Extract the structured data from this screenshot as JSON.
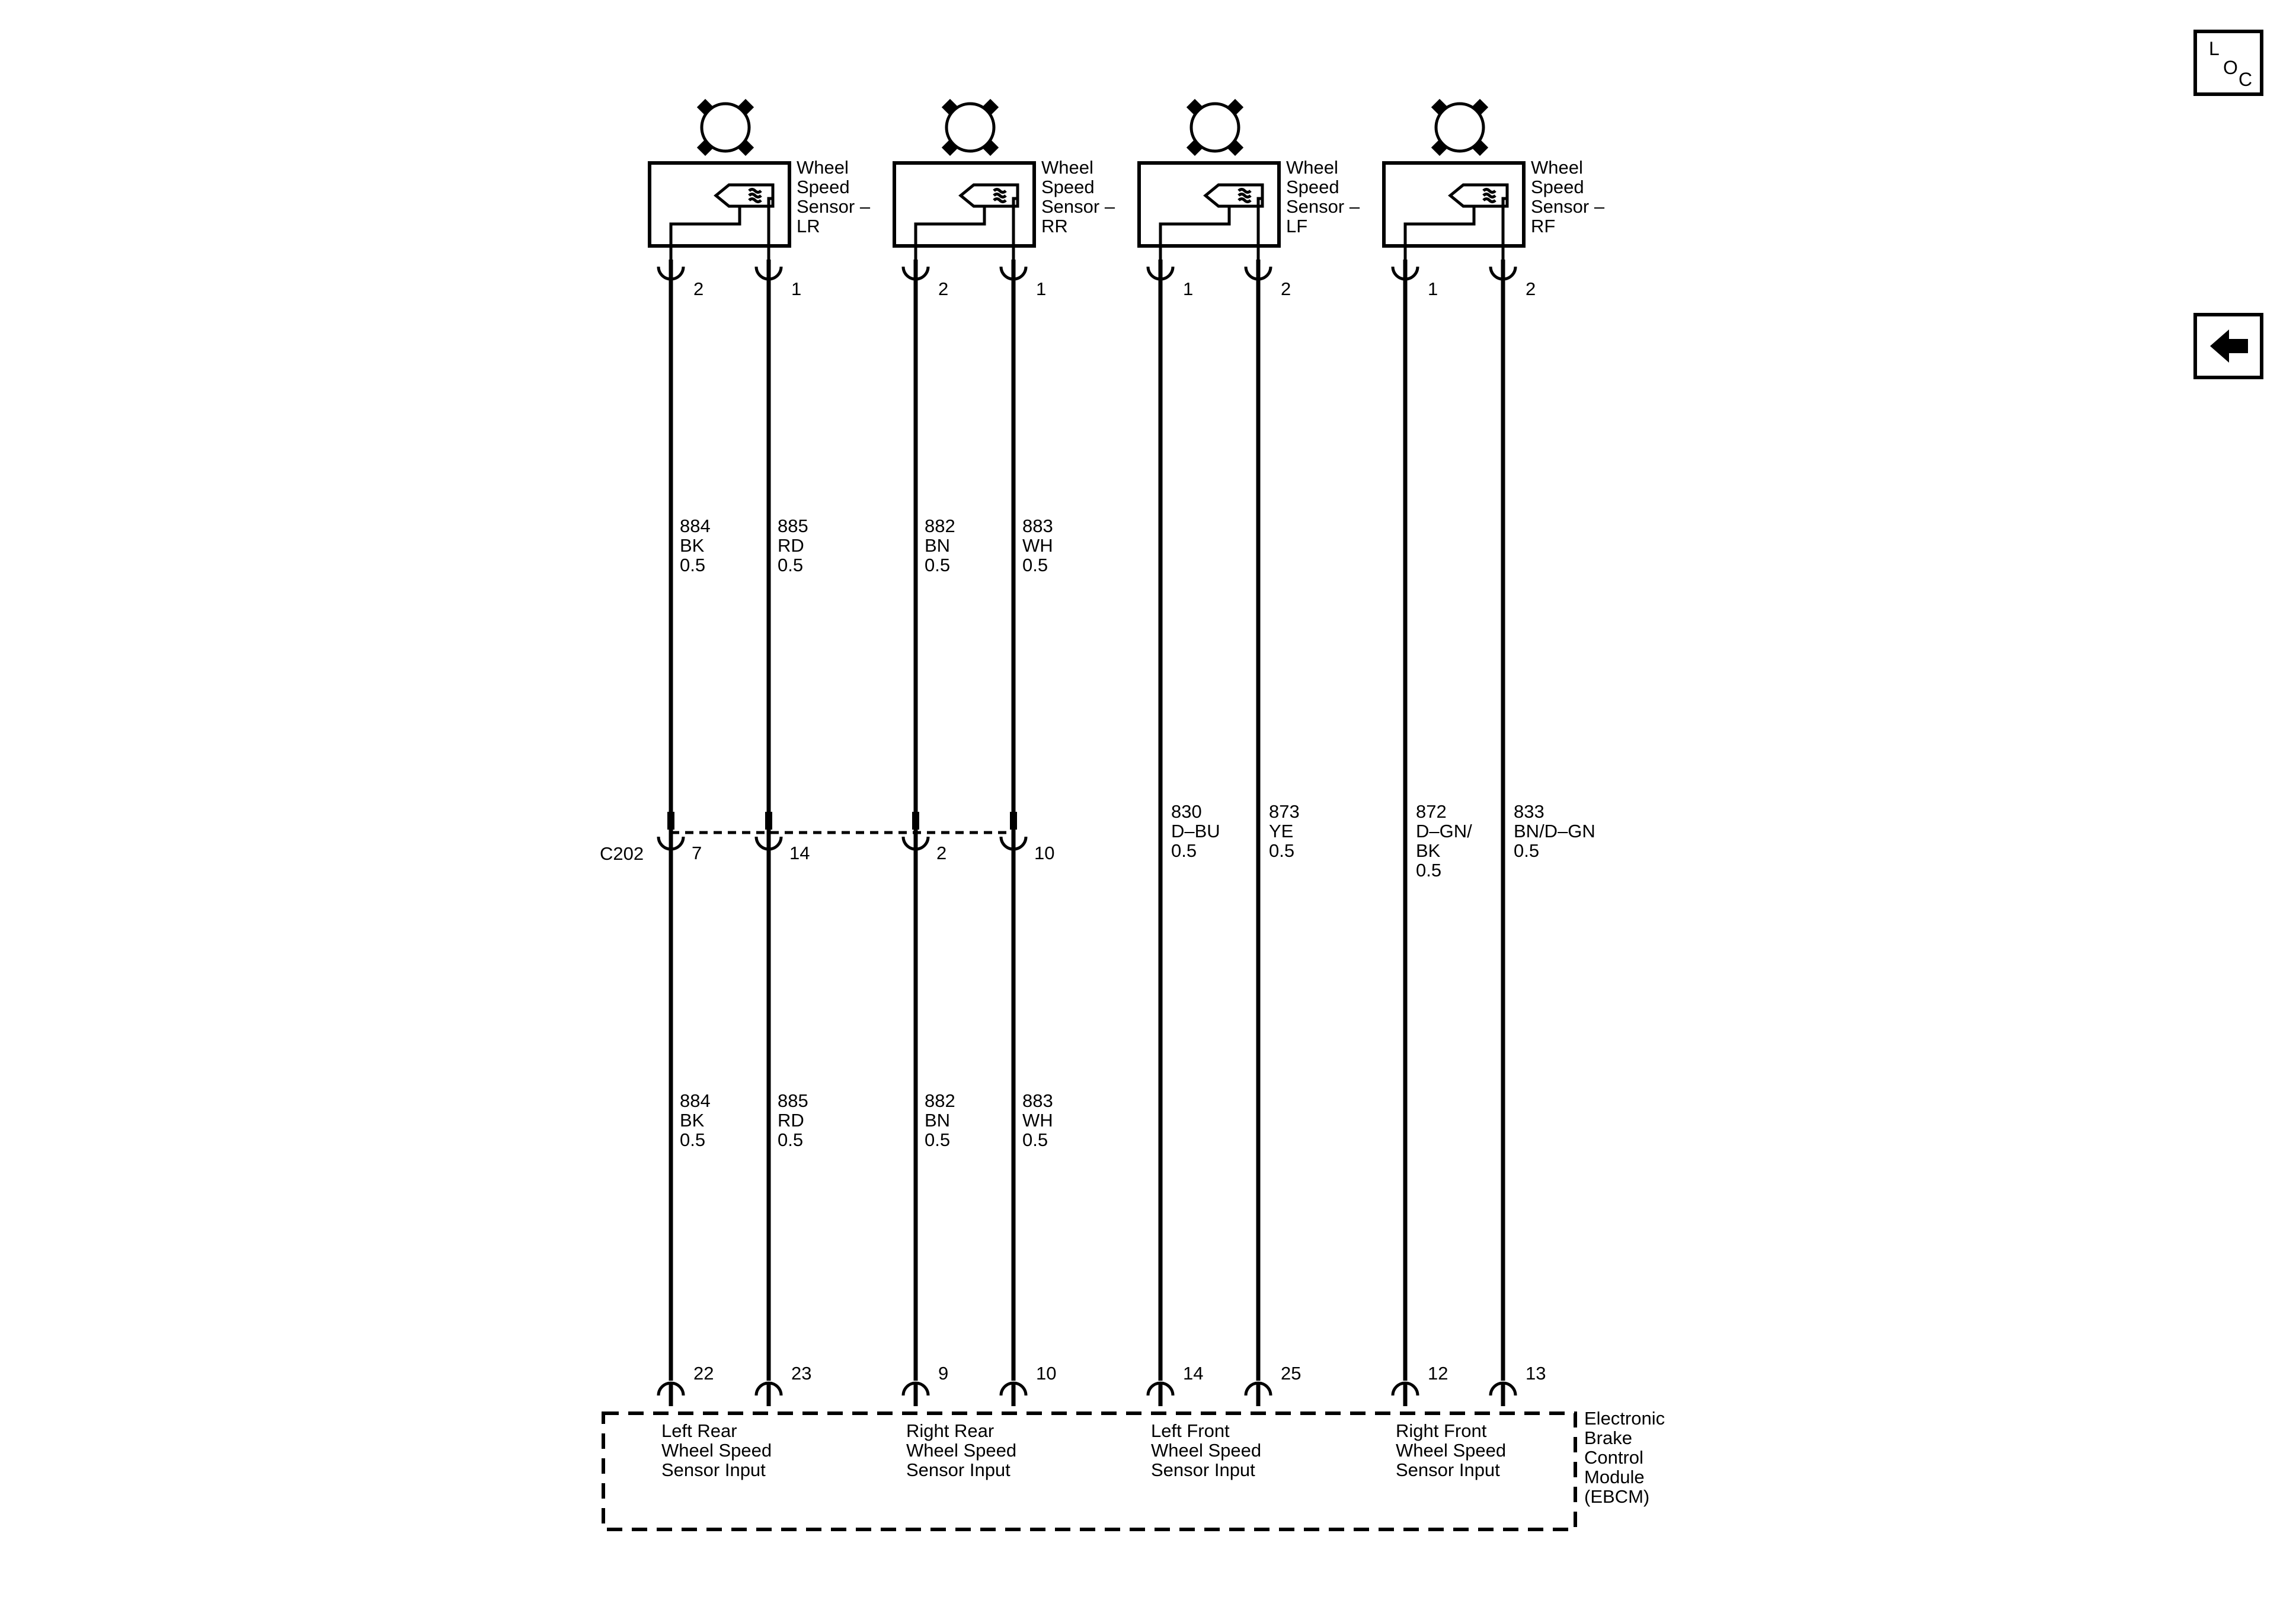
{
  "nav": {
    "loc_letters": [
      "L",
      "O",
      "C"
    ],
    "back_icon": "left-arrow-icon"
  },
  "sensors": [
    {
      "label_lines": [
        "Wheel",
        "Speed",
        "Sensor –",
        "LR"
      ],
      "top_pins": [
        "2",
        "1"
      ],
      "circuits_upper": [
        {
          "lines": [
            "884",
            "BK",
            "0.5"
          ]
        },
        {
          "lines": [
            "885",
            "RD",
            "0.5"
          ]
        }
      ],
      "inline_pins": [
        "7",
        "14"
      ],
      "circuits_lower": [
        {
          "lines": [
            "884",
            "BK",
            "0.5"
          ]
        },
        {
          "lines": [
            "885",
            "RD",
            "0.5"
          ]
        }
      ],
      "module_pins": [
        "22",
        "23"
      ],
      "module_label_lines": [
        "Left Rear",
        "Wheel Speed",
        "Sensor Input"
      ]
    },
    {
      "label_lines": [
        "Wheel",
        "Speed",
        "Sensor –",
        "RR"
      ],
      "top_pins": [
        "2",
        "1"
      ],
      "circuits_upper": [
        {
          "lines": [
            "882",
            "BN",
            "0.5"
          ]
        },
        {
          "lines": [
            "883",
            "WH",
            "0.5"
          ]
        }
      ],
      "inline_pins": [
        "2",
        "10"
      ],
      "circuits_lower": [
        {
          "lines": [
            "882",
            "BN",
            "0.5"
          ]
        },
        {
          "lines": [
            "883",
            "WH",
            "0.5"
          ]
        }
      ],
      "module_pins": [
        "9",
        "10"
      ],
      "module_label_lines": [
        "Right Rear",
        "Wheel Speed",
        "Sensor Input"
      ]
    },
    {
      "label_lines": [
        "Wheel",
        "Speed",
        "Sensor –",
        "LF"
      ],
      "top_pins": [
        "1",
        "2"
      ],
      "circuits_mid": [
        {
          "lines": [
            "830",
            "D–BU",
            "0.5"
          ]
        },
        {
          "lines": [
            "873",
            "YE",
            "0.5"
          ]
        }
      ],
      "module_pins": [
        "14",
        "25"
      ],
      "module_label_lines": [
        "Left Front",
        "Wheel Speed",
        "Sensor Input"
      ]
    },
    {
      "label_lines": [
        "Wheel",
        "Speed",
        "Sensor –",
        "RF"
      ],
      "top_pins": [
        "1",
        "2"
      ],
      "circuits_mid": [
        {
          "lines": [
            "872",
            "D–GN/",
            "BK",
            "0.5"
          ]
        },
        {
          "lines": [
            "833",
            "BN/D–GN",
            "0.5"
          ]
        }
      ],
      "module_pins": [
        "12",
        "13"
      ],
      "module_label_lines": [
        "Right Front",
        "Wheel Speed",
        "Sensor Input"
      ]
    }
  ],
  "inline_connector": {
    "name": "C202"
  },
  "module": {
    "label_lines": [
      "Electronic",
      "Brake",
      "Control",
      "Module",
      "(EBCM)"
    ]
  }
}
